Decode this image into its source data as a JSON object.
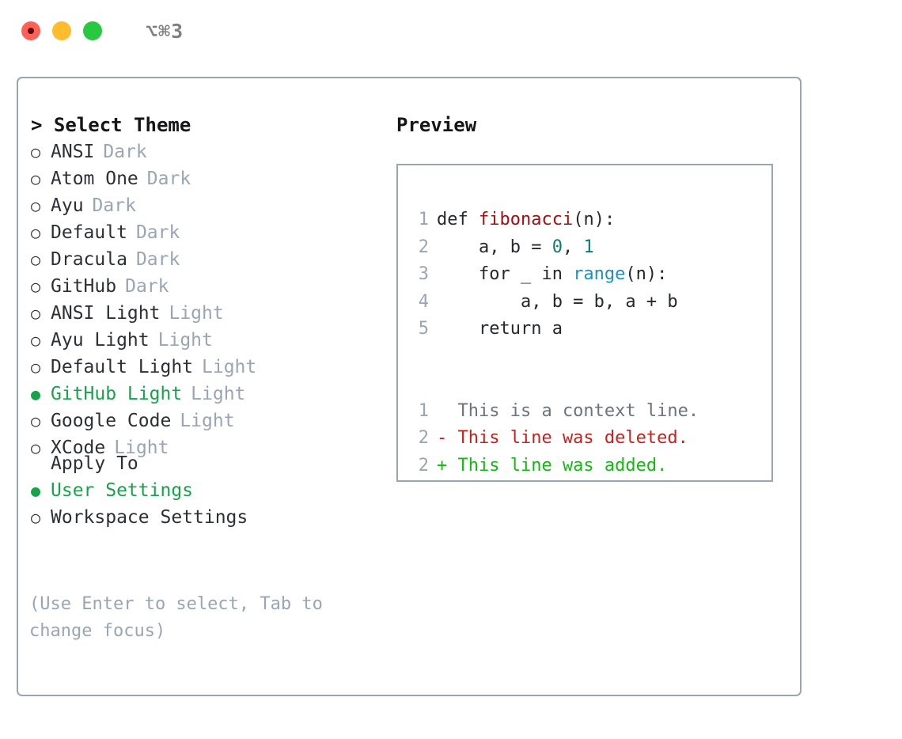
{
  "window": {
    "shortcut": "⌥⌘3",
    "traffic_lights": [
      {
        "name": "close",
        "color": "#ff6159"
      },
      {
        "name": "minimize",
        "color": "#ffbd2e"
      },
      {
        "name": "maximize",
        "color": "#28c840"
      }
    ],
    "border_color": "#9aa5b4"
  },
  "theme_picker": {
    "header": "> Select Theme",
    "bullet_selected": "●",
    "bullet_unselected": "○",
    "selected_color": "#16a34a",
    "muted_color": "#9aa5b4",
    "items": [
      {
        "bullet": "○",
        "name": "ANSI",
        "kind": "Dark",
        "selected": false
      },
      {
        "bullet": "○",
        "name": "Atom One",
        "kind": "Dark",
        "selected": false
      },
      {
        "bullet": "○",
        "name": "Ayu",
        "kind": "Dark",
        "selected": false
      },
      {
        "bullet": "○",
        "name": "Default",
        "kind": "Dark",
        "selected": false
      },
      {
        "bullet": "○",
        "name": "Dracula",
        "kind": "Dark",
        "selected": false
      },
      {
        "bullet": "○",
        "name": "GitHub",
        "kind": "Dark",
        "selected": false
      },
      {
        "bullet": "○",
        "name": "ANSI Light",
        "kind": "Light",
        "selected": false
      },
      {
        "bullet": "○",
        "name": "Ayu Light",
        "kind": "Light",
        "selected": false
      },
      {
        "bullet": "○",
        "name": "Default Light",
        "kind": "Light",
        "selected": false
      },
      {
        "bullet": "●",
        "name": "GitHub Light",
        "kind": "Light",
        "selected": true
      },
      {
        "bullet": "○",
        "name": "Google Code",
        "kind": "Light",
        "selected": false
      },
      {
        "bullet": "○",
        "name": "XCode",
        "kind": "Light",
        "selected": false
      }
    ]
  },
  "apply_to": {
    "header": "Apply To",
    "items": [
      {
        "bullet": "●",
        "name": "User Settings",
        "selected": true
      },
      {
        "bullet": "○",
        "name": "Workspace Settings",
        "selected": false
      }
    ]
  },
  "hint": "(Use Enter to select, Tab to change focus)",
  "preview": {
    "title": "Preview",
    "code_lines": [
      {
        "number": "1",
        "tokens": [
          {
            "text": "def ",
            "style": "plain"
          },
          {
            "text": "fibonacci",
            "style": "func"
          },
          {
            "text": "(n):",
            "style": "plain"
          }
        ]
      },
      {
        "number": "2",
        "tokens": [
          {
            "text": "    a, b = ",
            "style": "plain"
          },
          {
            "text": "0",
            "style": "num"
          },
          {
            "text": ", ",
            "style": "plain"
          },
          {
            "text": "1",
            "style": "num"
          }
        ]
      },
      {
        "number": "3",
        "tokens": [
          {
            "text": "    for _ in ",
            "style": "plain"
          },
          {
            "text": "range",
            "style": "call"
          },
          {
            "text": "(n):",
            "style": "plain"
          }
        ]
      },
      {
        "number": "4",
        "tokens": [
          {
            "text": "        a, b = b, a + b",
            "style": "plain"
          }
        ]
      },
      {
        "number": "5",
        "tokens": [
          {
            "text": "    return a",
            "style": "plain"
          }
        ]
      }
    ],
    "diff_lines": [
      {
        "number": "1",
        "marker": " ",
        "text": "  This is a context line.",
        "kind": "context"
      },
      {
        "number": "2",
        "marker": "-",
        "text": "- This line was deleted.",
        "kind": "deleted"
      },
      {
        "number": "2",
        "marker": "+",
        "text": "+ This line was added.",
        "kind": "added"
      }
    ],
    "colors": {
      "function": "#a30d11",
      "number": "#0b7c77",
      "call": "#1f8fbf",
      "context": "#6b7280",
      "deleted": "#cc1f1a",
      "added": "#11bb11"
    }
  }
}
